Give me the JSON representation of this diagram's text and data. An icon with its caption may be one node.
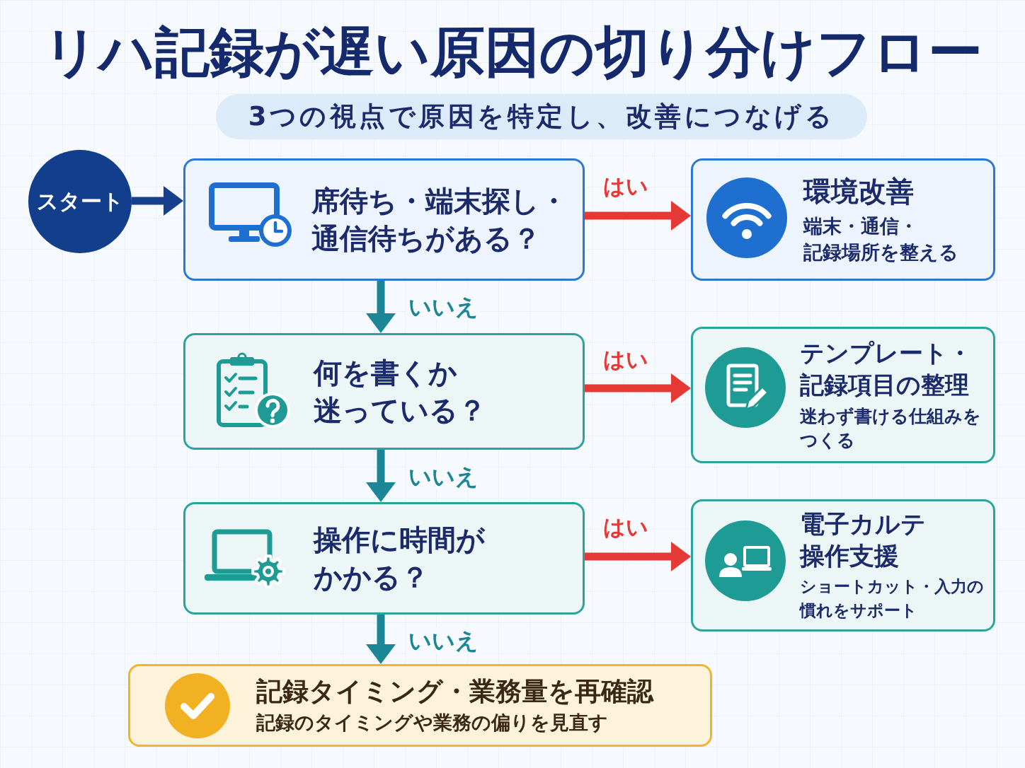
{
  "diagram": {
    "title": "リハ記録が遅い原因の切り分けフロー",
    "nodes": [
      {
        "text": [
          "3つの視点で原因を特定し、改善につなげる"
        ]
      },
      {
        "text": [
          "スタート"
        ]
      },
      {
        "text": [
          "席待ち・端末探し・通信待ちがある？"
        ]
      },
      {
        "text": [
          "環境改善",
          "端末・通信・記録場所を整える"
        ]
      },
      {
        "text": [
          "何を書くか迷っている？"
        ]
      },
      {
        "text": [
          "テンプレート・記録項目の整理",
          "迷わず書ける仕組みをつくる"
        ]
      },
      {
        "text": [
          "操作に時間がかかる？"
        ]
      },
      {
        "text": [
          "電子カルテ操作支援",
          "ショートカット・入力の慣れをサポート"
        ]
      },
      {
        "text": [
          "記録タイミング・業務量を再確認",
          "記録のタイミングや業務の偏りを見直す"
        ]
      }
    ],
    "edges": [
      {
        "from": 1,
        "to": 2,
        "arrow": "to",
        "color": "#163f8c"
      },
      {
        "from": 2,
        "to": 3,
        "arrow": "to",
        "label": "はい",
        "color": "#e53935"
      },
      {
        "from": 2,
        "to": 4,
        "arrow": "to",
        "label": "いいえ",
        "color": "#1b8796"
      },
      {
        "from": 4,
        "to": 5,
        "arrow": "to",
        "label": "はい",
        "color": "#e53935"
      },
      {
        "from": 4,
        "to": 6,
        "arrow": "to",
        "label": "いいえ",
        "color": "#1b8796"
      },
      {
        "from": 6,
        "to": 7,
        "arrow": "to",
        "label": "はい",
        "color": "#e53935"
      },
      {
        "from": 6,
        "to": 8,
        "arrow": "to",
        "label": "いいえ",
        "color": "#1b8796"
      }
    ]
  }
}
